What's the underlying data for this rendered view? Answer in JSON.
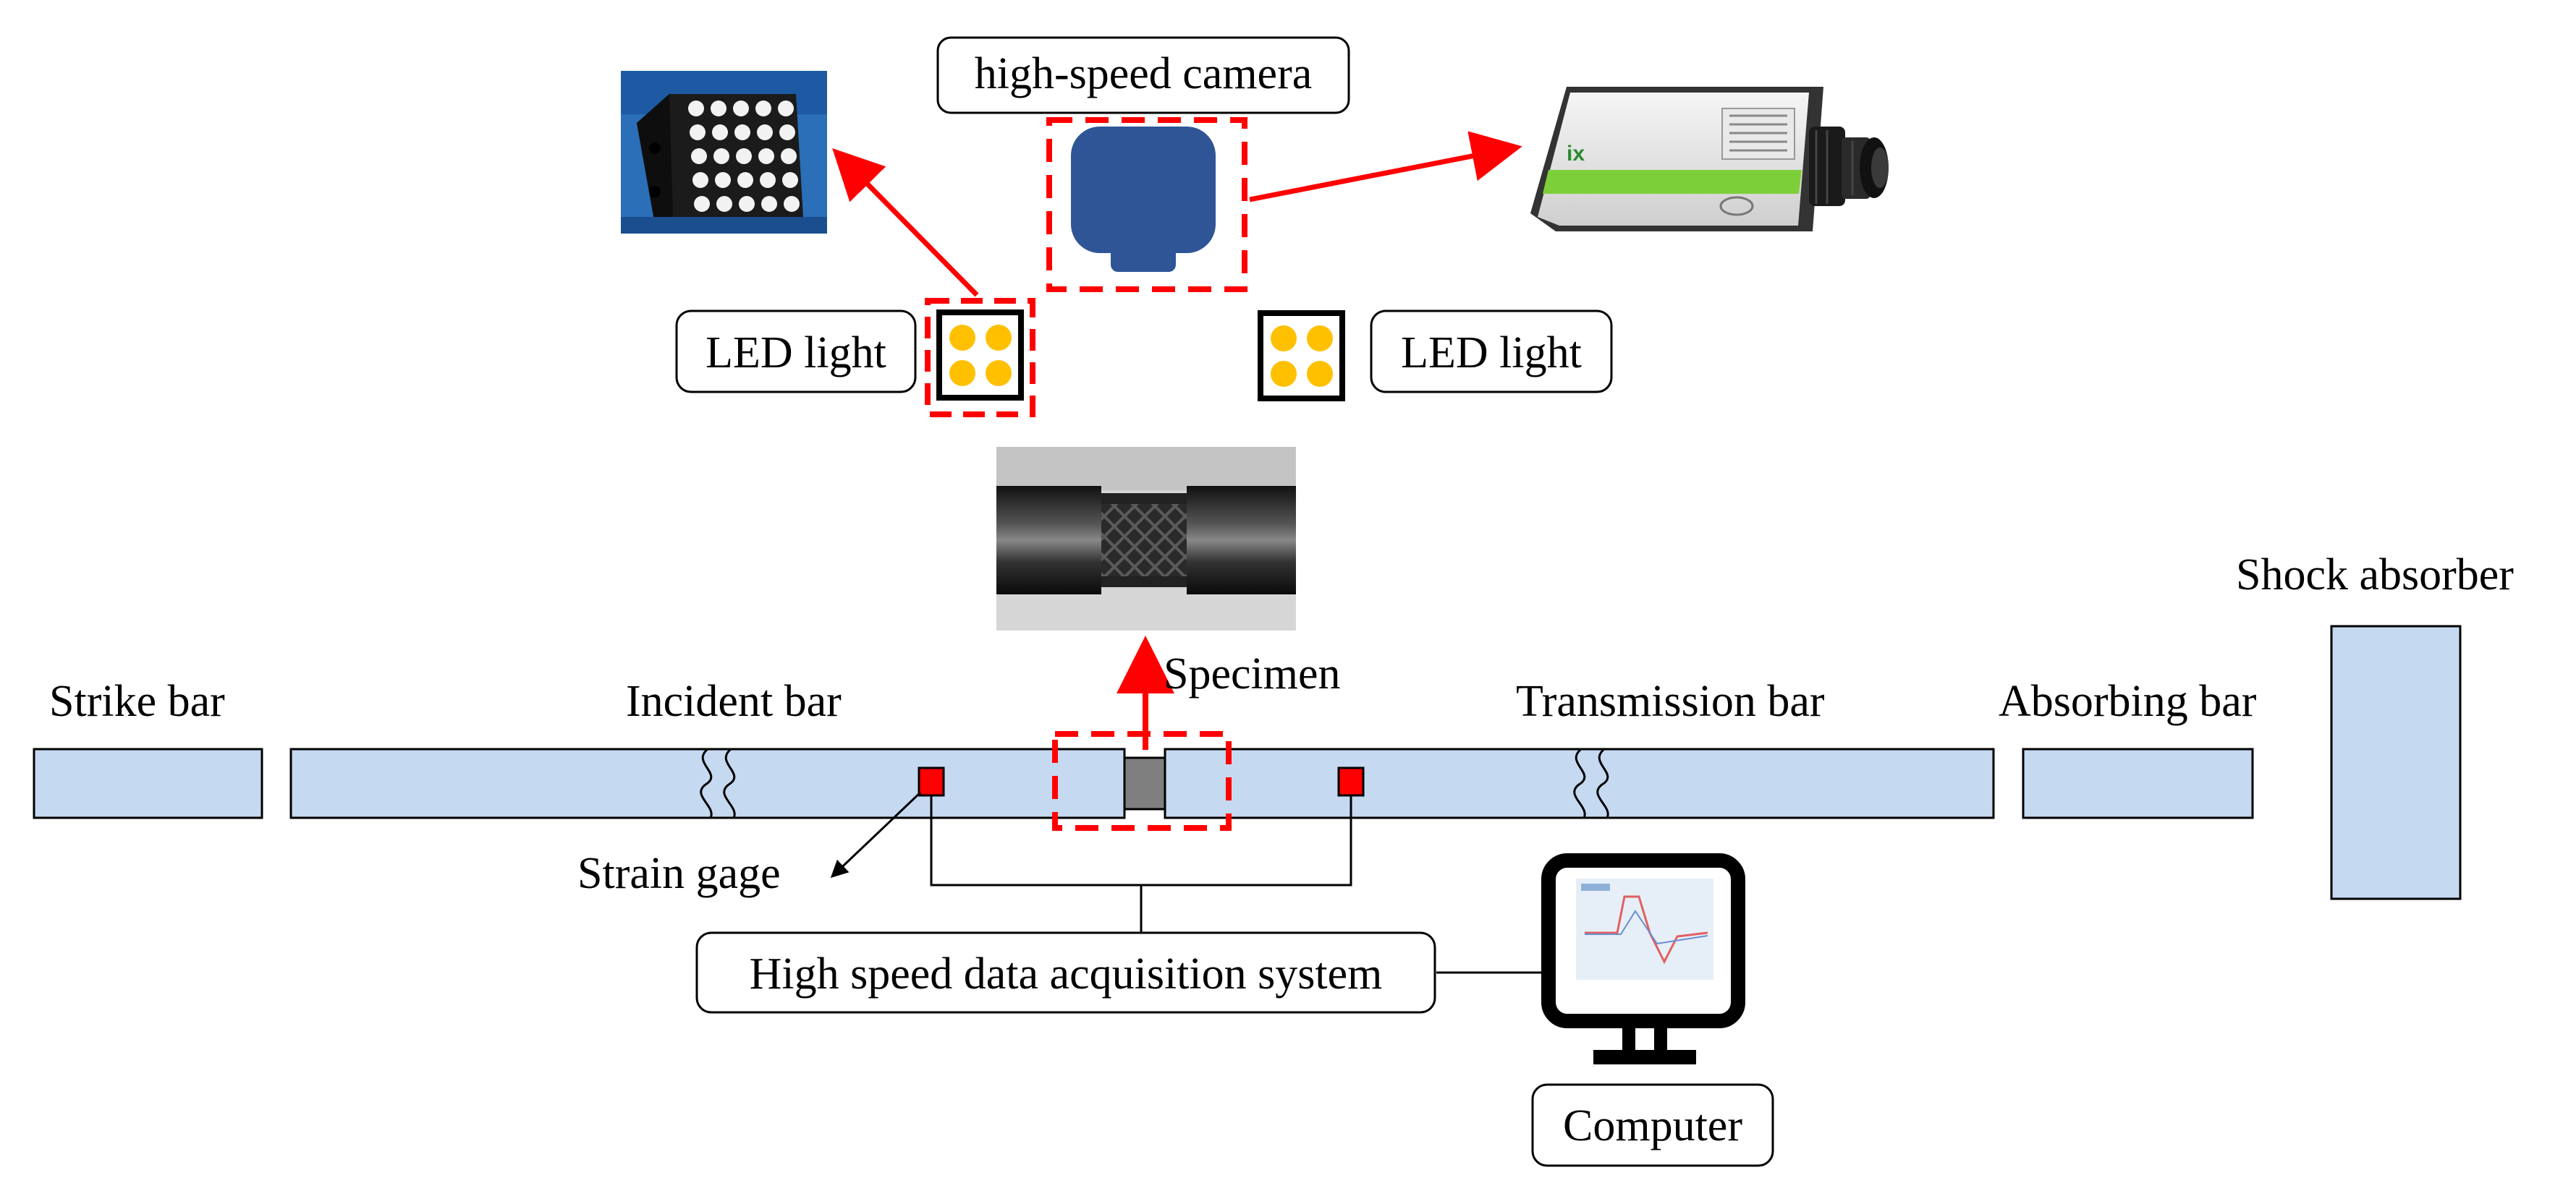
{
  "labels": {
    "camera": "high-speed camera",
    "led_left": "LED light",
    "led_right": "LED light",
    "specimen": "Specimen",
    "shock_absorber": "Shock absorber",
    "strike_bar": "Strike bar",
    "incident_bar": "Incident bar",
    "transmission_bar": "Transmission bar",
    "absorbing_bar": "Absorbing bar",
    "strain_gage": "Strain gage",
    "daq": "High speed data acquisition system",
    "computer": "Computer"
  },
  "camera_photo": {
    "brand_mark": "ix"
  },
  "colors": {
    "bar_fill": "#c5d9f1",
    "highlight_red": "#ff0000",
    "camera_blue": "#2f5597",
    "led_yellow": "#ffc000",
    "gage_red": "#ff0000",
    "specimen_gray": "#7f7f7f"
  },
  "icons": [
    "led-panel-photo",
    "high-speed-camera-photo",
    "specimen-photo",
    "computer-monitor-icon",
    "camera-icon",
    "led-icon"
  ]
}
